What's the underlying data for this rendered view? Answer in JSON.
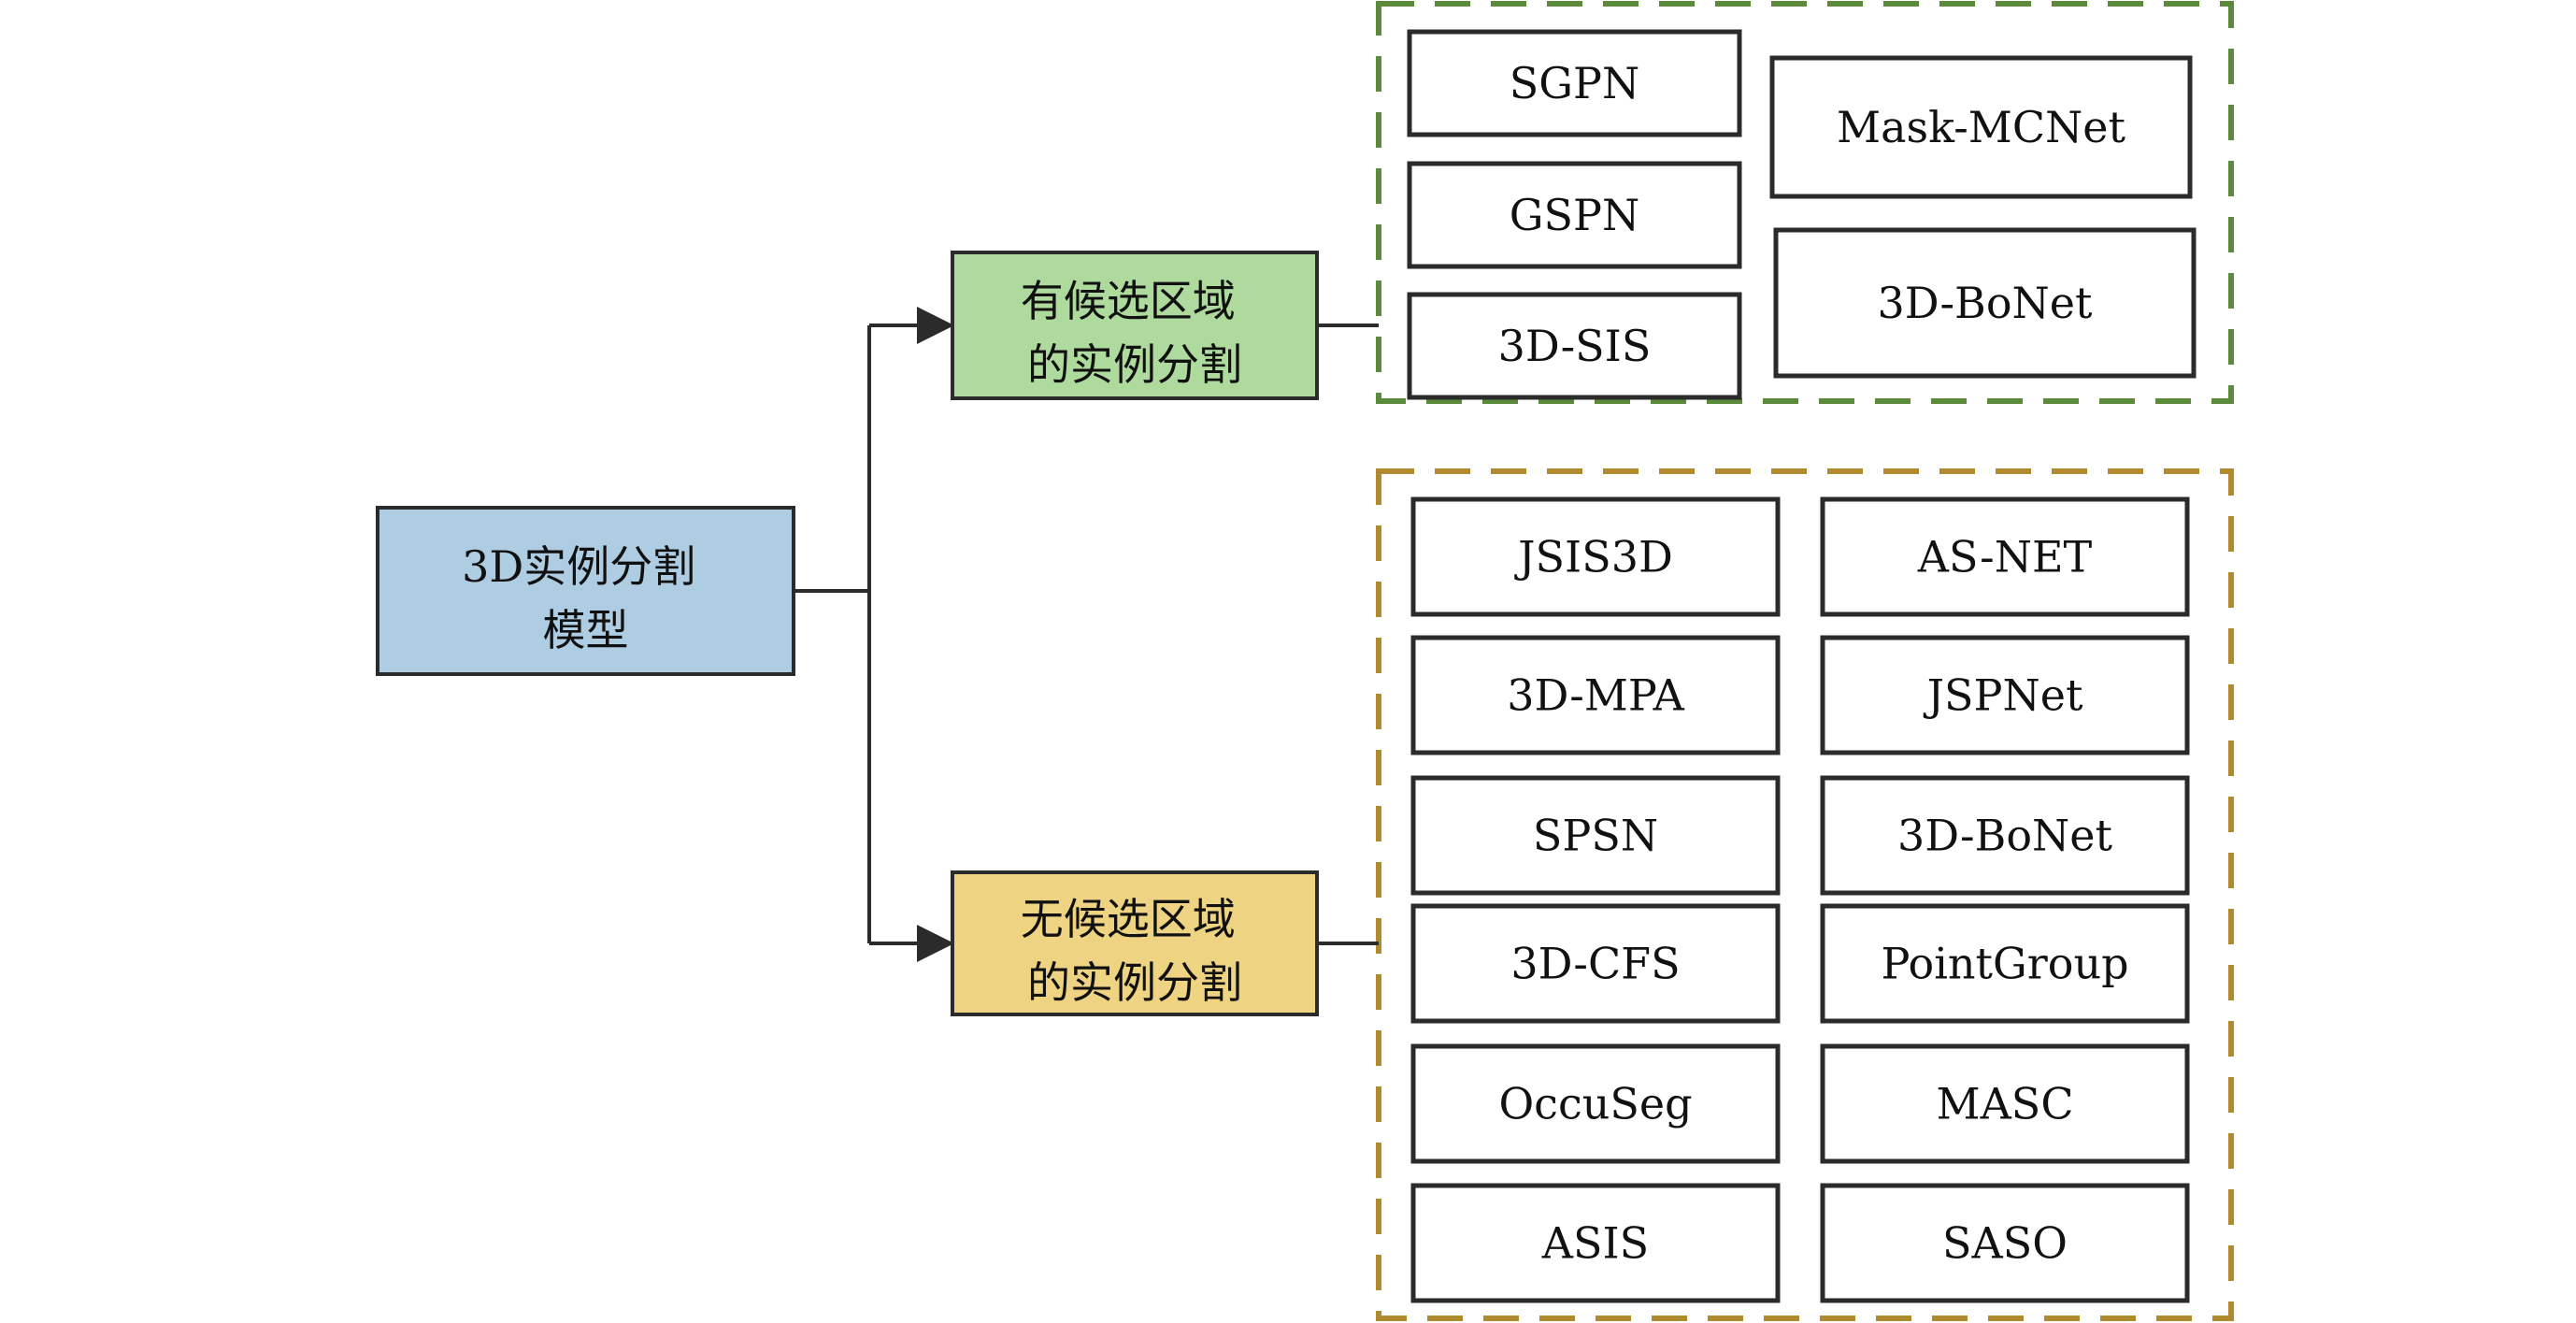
{
  "root": {
    "lines": [
      "3D实例分割",
      "模型"
    ],
    "fill": "#aecde3"
  },
  "branches": [
    {
      "key": "proposal_based",
      "lines": [
        "有候选区域",
        "的实例分割"
      ],
      "fill": "#aedb9d",
      "group_border_color": "#5a8a3a",
      "methods": [
        "SGPN",
        "GSPN",
        "3D-SIS",
        "Mask-MCNet",
        "3D-BoNet"
      ]
    },
    {
      "key": "proposal_free",
      "lines": [
        "无候选区域",
        "的实例分割"
      ],
      "fill": "#eed482",
      "group_border_color": "#b08a2e",
      "methods": [
        "JSIS3D",
        "AS-NET",
        "3D-MPA",
        "JSPNet",
        "SPSN",
        "3D-BoNet",
        "3D-CFS",
        "PointGroup",
        "OccuSeg",
        "MASC",
        "ASIS",
        "SASO"
      ]
    }
  ],
  "colors": {
    "stroke": "#2b2b2b",
    "box_fill": "#ffffff"
  }
}
